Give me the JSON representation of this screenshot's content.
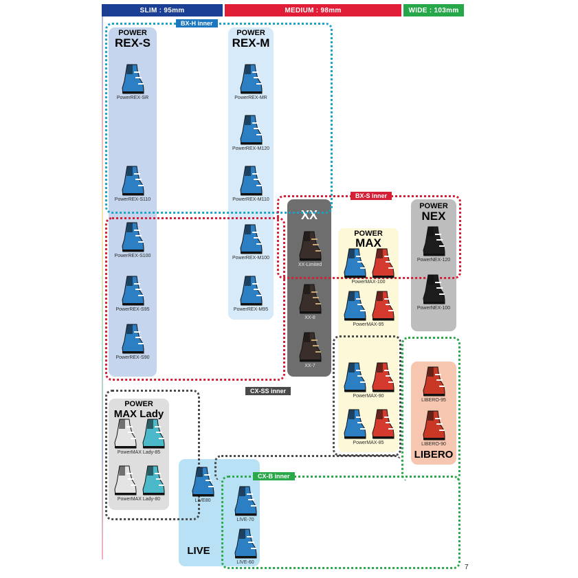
{
  "header": {
    "slim": {
      "label": "SLIM : 95mm",
      "color": "#1c3f96"
    },
    "medium": {
      "label": "MEDIUM : 98mm",
      "color": "#e01e37"
    },
    "wide": {
      "label": "WIDE : 103mm",
      "color": "#26a84a"
    }
  },
  "columns": {
    "rex_s": {
      "line1": "POWER",
      "line2": "REX-S",
      "color": "#c5d5ee"
    },
    "rex_m": {
      "line1": "POWER",
      "line2": "REX-M",
      "color": "#d7eaf9"
    },
    "xx": {
      "line1": "XX",
      "color": "#6e6e6e"
    },
    "max": {
      "line1": "POWER",
      "line2": "MAX",
      "color": "#fdf8d8"
    },
    "nex": {
      "line1": "POWER",
      "line2": "NEX",
      "color": "#bdbdbd"
    },
    "max_lady": {
      "line1": "POWER",
      "line2": "MAX Lady",
      "color": "#dedede"
    },
    "live": {
      "line1": "LIVE",
      "color": "#b8e1f6"
    },
    "libero": {
      "line1": "LIBERO",
      "color": "#f7c6b0"
    }
  },
  "boots": {
    "rex_s": [
      "PowerREX-SR",
      "PowerREX-S110",
      "PowerREX-S100",
      "PowerREX-S95",
      "PowerREX-S90"
    ],
    "rex_m": [
      "PowerREX-MR",
      "PowerREX-M120",
      "PowerREX-M110",
      "PowerREX-M100",
      "PowerREX-M95"
    ],
    "xx": [
      "XX-Limited",
      "XX-8",
      "XX-7"
    ],
    "max": [
      "PowerMAX-100",
      "PowerMAX-95",
      "PowerMAX-90",
      "PowerMAX-85"
    ],
    "nex": [
      "PowerNEX-120",
      "PowerNEX-100"
    ],
    "max_lady": [
      "PowerMAX Lady-85",
      "PowerMAX Lady-80"
    ],
    "live": [
      "LIVE80",
      "LIVE-70",
      "LIVE-60"
    ],
    "libero": [
      "LIBERO-95",
      "LIBERO-90"
    ]
  },
  "inners": {
    "bx_h": {
      "label": "BX-H inner",
      "color": "#1aa3c7"
    },
    "bx_s": {
      "label": "BX-S inner",
      "color": "#d41f36"
    },
    "cx_ss": {
      "label": "CX-SS inner",
      "color": "#4a4a4a"
    },
    "cx_b": {
      "label": "CX-B inner",
      "color": "#2aa84a"
    }
  },
  "page_number": "7"
}
